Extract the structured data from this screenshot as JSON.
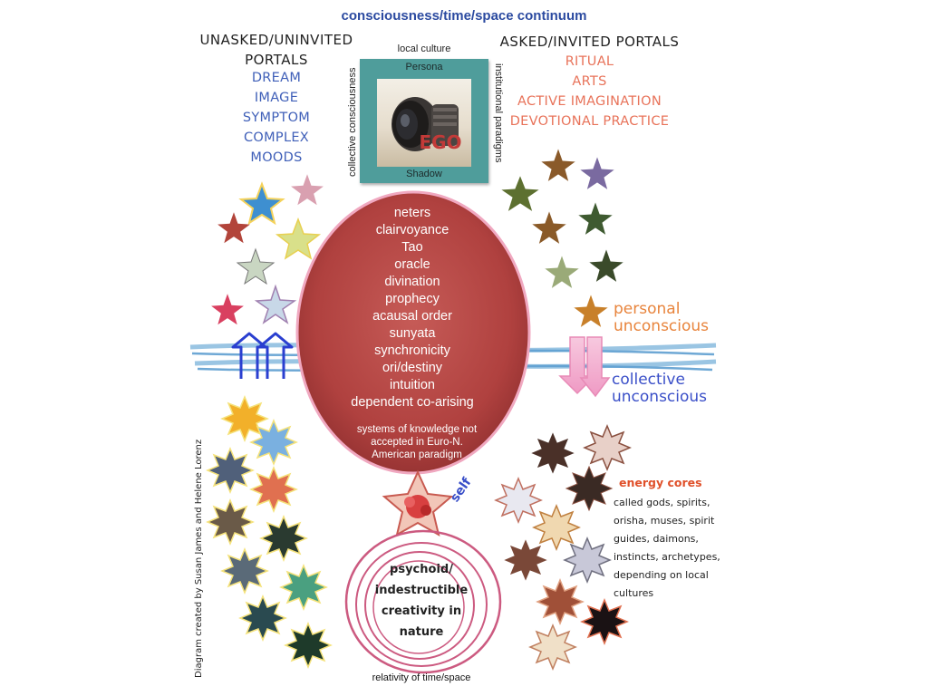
{
  "title": "consciousness/time/space continuum",
  "left_portals": {
    "heading_line1": "UNASKED/UNINVITED",
    "heading_line2": "PORTALS",
    "items": [
      "DREAM",
      "IMAGE",
      "SYMPTOM",
      "COMPLEX",
      "MOODS"
    ]
  },
  "right_portals": {
    "heading": "ASKED/INVITED PORTALS",
    "items": [
      "RITUAL",
      "ARTS",
      "ACTIVE IMAGINATION",
      "DEVOTIONAL PRACTICE"
    ]
  },
  "ego_box": {
    "top_label": "local culture",
    "left_label": "collective consciousness",
    "right_label": "institutional paradigms",
    "persona": "Persona",
    "shadow": "Shadow",
    "ego": "EGO"
  },
  "center_list": [
    "neters",
    "clairvoyance",
    "Tao",
    "oracle",
    "divination",
    "prophecy",
    "acausal order",
    "sunyata",
    "synchronicity",
    "ori/destiny",
    "intuition",
    "dependent co-arising"
  ],
  "center_note": "systems of knowledge not accepted in Euro-N. American paradigm",
  "personal_unconscious": [
    "personal",
    "unconscious"
  ],
  "collective_unconscious": [
    "collective",
    "unconscious"
  ],
  "energy_cores": {
    "title": "energy cores",
    "lines": [
      "called gods, spirits,",
      "orisha, muses, spirit",
      "guides, daimons,",
      "instincts, archetypes,",
      "depending on local",
      "cultures"
    ]
  },
  "self_label": "self",
  "psychoid": [
    "psychoid/",
    "indestructible",
    "creativity in",
    "nature"
  ],
  "bottom_label": "relativity of time/space",
  "credit": "Diagram created by Susan James and Helene Lorenz",
  "colors": {
    "title_blue": "#2b4aa0",
    "portal_blue": "#3f5fb8",
    "portal_salmon": "#e8735a",
    "ego_teal": "#4a9a98",
    "oval_red": "#b84a48",
    "arrow_blue": "#2a3fd0",
    "arrow_pink": "#f0a0c8",
    "spiral_pink": "#cc5a80"
  }
}
